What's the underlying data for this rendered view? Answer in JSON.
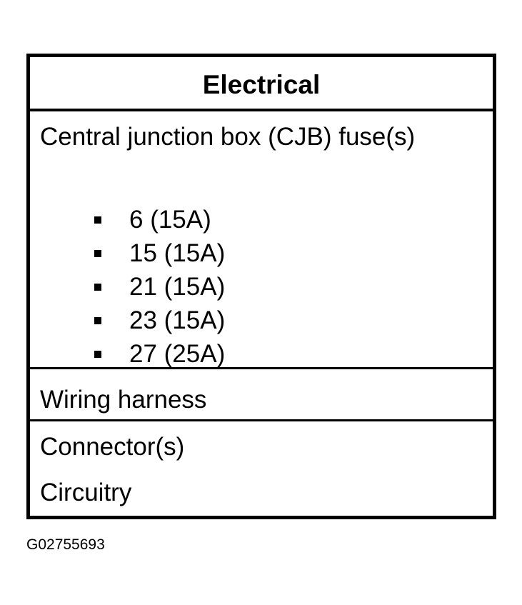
{
  "table": {
    "header": "Electrical",
    "fuses": {
      "title": "Central junction box (CJB) fuse(s)",
      "items": [
        "6 (15A)",
        "15 (15A)",
        "21 (15A)",
        "23 (15A)",
        "27 (25A)"
      ]
    },
    "wiring": "Wiring harness",
    "connector": "Connector(s)",
    "circuitry": "Circuitry"
  },
  "figure_id": "G02755693"
}
